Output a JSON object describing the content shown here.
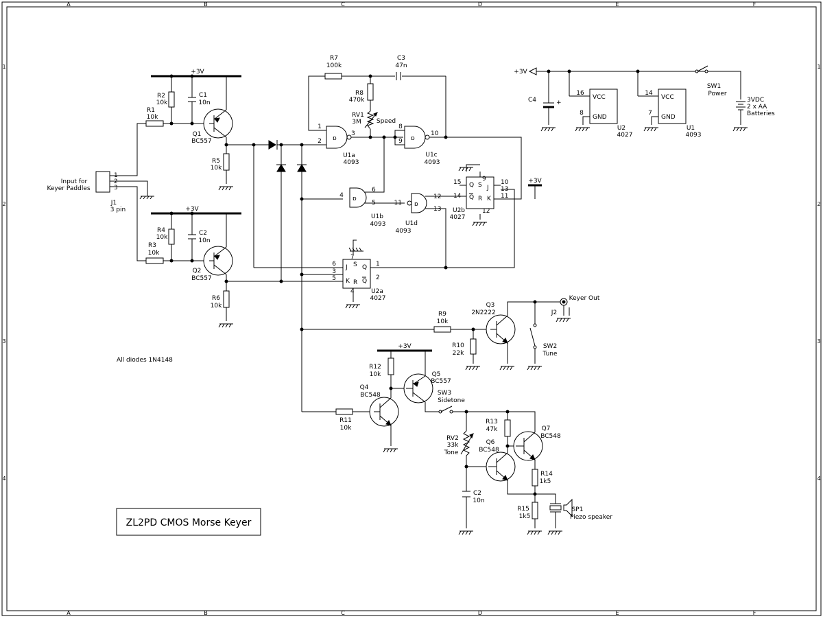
{
  "grid": {
    "columns": [
      "A",
      "B",
      "C",
      "D",
      "E",
      "F"
    ],
    "rows": [
      "1",
      "2",
      "3",
      "4"
    ]
  },
  "title_block": {
    "text": "ZL2PD CMOS Morse Keyer"
  },
  "notes": {
    "diodes": "All diodes 1N4148"
  },
  "rails": {
    "r_top": "+3V",
    "r_mid": "+3V",
    "r_u2b": "+3V",
    "r_q5": "+3V",
    "r_power": "+3V"
  },
  "components": {
    "j1": {
      "ref": "J1",
      "value": "3 pin",
      "label1": "Input for",
      "label2": "Keyer Paddles",
      "pins": [
        "1",
        "2",
        "3"
      ]
    },
    "r1": {
      "ref": "R1",
      "value": "10k"
    },
    "r2": {
      "ref": "R2",
      "value": "10k"
    },
    "c1": {
      "ref": "C1",
      "value": "10n"
    },
    "q1": {
      "ref": "Q1",
      "value": "BC557"
    },
    "r5": {
      "ref": "R5",
      "value": "10k"
    },
    "r3": {
      "ref": "R3",
      "value": "10k"
    },
    "r4": {
      "ref": "R4",
      "value": "10k"
    },
    "c2a": {
      "ref": "C2",
      "value": "10n"
    },
    "q2": {
      "ref": "Q2",
      "value": "BC557"
    },
    "r6": {
      "ref": "R6",
      "value": "10k"
    },
    "r7": {
      "ref": "R7",
      "value": "100k"
    },
    "c3": {
      "ref": "C3",
      "value": "47n"
    },
    "r8": {
      "ref": "R8",
      "value": "470k"
    },
    "rv1": {
      "ref": "RV1",
      "value": "3M",
      "label": "Speed"
    },
    "u1a": {
      "ref": "U1a",
      "value": "4093",
      "pins": [
        "1",
        "2",
        "3"
      ]
    },
    "u1c": {
      "ref": "U1c",
      "value": "4093",
      "pins": [
        "8",
        "9",
        "10"
      ]
    },
    "u1b": {
      "ref": "U1b",
      "value": "4093",
      "pins": [
        "4",
        "5",
        "6"
      ]
    },
    "u1d": {
      "ref": "U1d",
      "value": "4093",
      "pins": [
        "11",
        "12",
        "13"
      ]
    },
    "u2b": {
      "ref": "U2b",
      "value": "4027",
      "pins": [
        "15",
        "14",
        "9",
        "12",
        "10",
        "13",
        "11"
      ],
      "letters": [
        "Q",
        "S",
        "J",
        "Q",
        "R",
        "K"
      ]
    },
    "u2a": {
      "ref": "U2a",
      "value": "4027",
      "pins": [
        "6",
        "3",
        "5",
        "7",
        "4",
        "1",
        "2"
      ],
      "letters": [
        "J",
        "S",
        "Q",
        "K",
        "R",
        "Q"
      ]
    },
    "c4": {
      "ref": "C4",
      "plus": "+"
    },
    "u2": {
      "ref": "U2",
      "value": "4027",
      "vcc_pin": "16",
      "gnd_pin": "8",
      "vcc": "VCC",
      "gnd": "GND"
    },
    "u1": {
      "ref": "U1",
      "value": "4093",
      "vcc_pin": "14",
      "gnd_pin": "7",
      "vcc": "VCC",
      "gnd": "GND"
    },
    "sw1": {
      "ref": "SW1",
      "value": "Power"
    },
    "bat": {
      "value": "3VDC",
      "line2": "2 x AA",
      "line3": "Batteries"
    },
    "q3": {
      "ref": "Q3",
      "value": "2N2222"
    },
    "r9": {
      "ref": "R9",
      "value": "10k"
    },
    "r10": {
      "ref": "R10",
      "value": "22k"
    },
    "j2": {
      "ref": "J2",
      "label": "Keyer Out"
    },
    "sw2": {
      "ref": "SW2",
      "value": "Tune"
    },
    "r12": {
      "ref": "R12",
      "value": "10k"
    },
    "q5": {
      "ref": "Q5",
      "value": "BC557"
    },
    "q4": {
      "ref": "Q4",
      "value": "BC548"
    },
    "r11": {
      "ref": "R11",
      "value": "10k"
    },
    "sw3": {
      "ref": "SW3",
      "value": "Sidetone"
    },
    "r13": {
      "ref": "R13",
      "value": "47k"
    },
    "q7": {
      "ref": "Q7",
      "value": "BC548"
    },
    "rv2": {
      "ref": "RV2",
      "value": "33k",
      "label": "Tone"
    },
    "q6": {
      "ref": "Q6",
      "value": "BC548"
    },
    "r14": {
      "ref": "R14",
      "value": "1k5"
    },
    "c2b": {
      "ref": "C2",
      "value": "10n"
    },
    "r15": {
      "ref": "R15",
      "value": "1k5"
    },
    "sp1": {
      "ref": "SP1",
      "value": "Piezo speaker"
    }
  }
}
